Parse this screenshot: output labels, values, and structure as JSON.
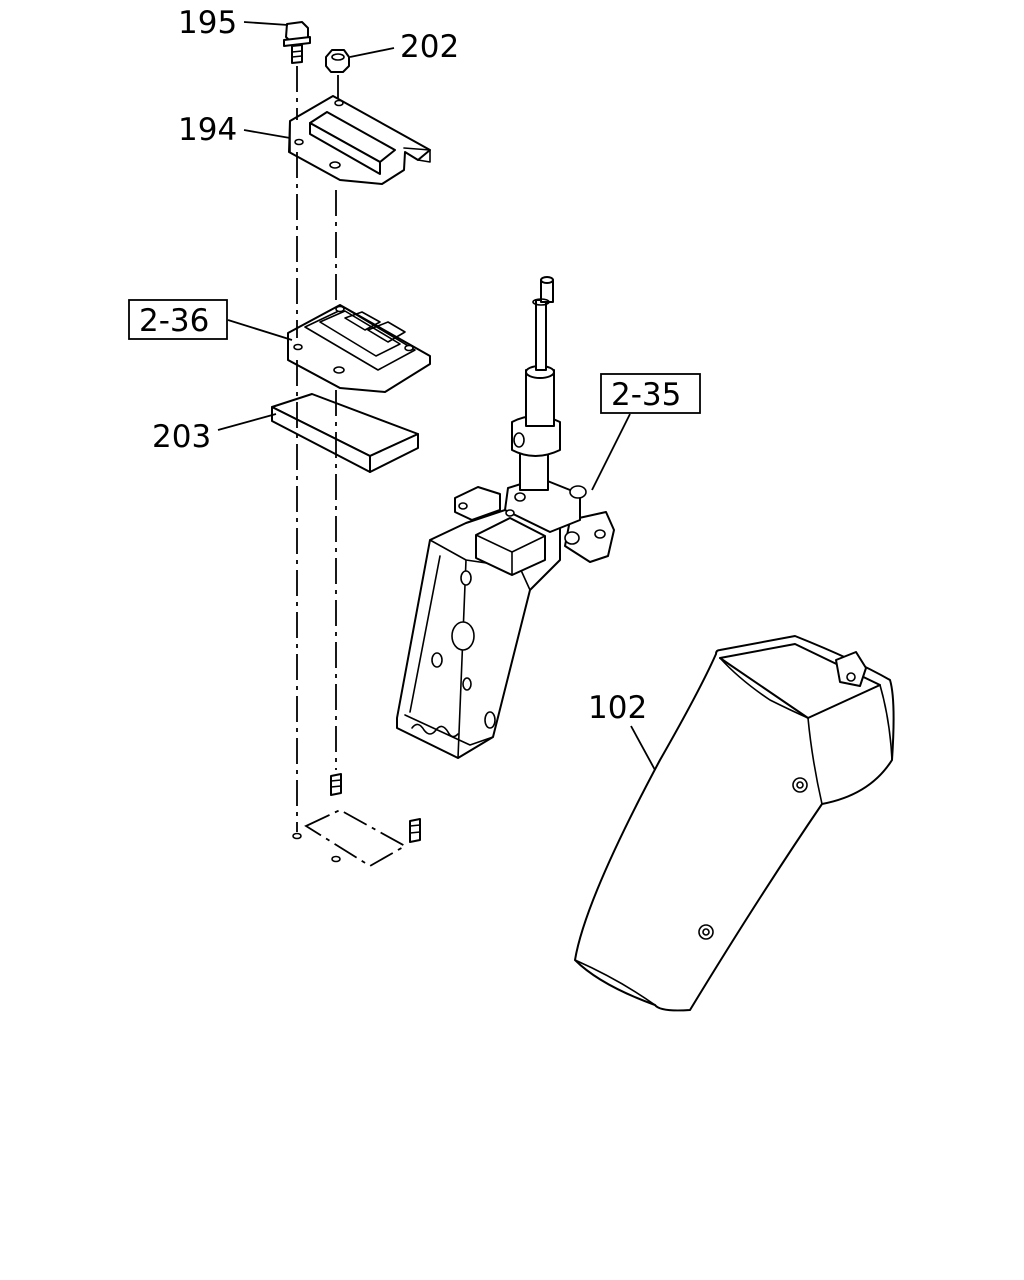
{
  "labels": {
    "p195": "195",
    "p202": "202",
    "p194": "194",
    "p2_36": "2-36",
    "p203": "203",
    "p2_35": "2-35",
    "p102": "102"
  },
  "colors": {
    "line": "#000000",
    "background": "#ffffff"
  }
}
